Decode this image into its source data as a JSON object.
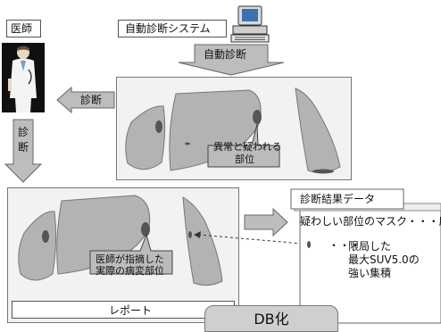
{
  "labels": {
    "doctor": "医師",
    "system": "自動診断システム",
    "auto_diagnosis_arrow": "自動診断",
    "diagnosis_left_arrow": "診断",
    "diagnosis_down_arrow_1": "診",
    "diagnosis_down_arrow_2": "断",
    "callout_suspected": [
      "異常と疑われる",
      "部位"
    ],
    "callout_doctor": [
      "医師が指摘した",
      "実際の病変部位"
    ],
    "report": "レポート",
    "db": "DB化",
    "result_title": "診断結果データ",
    "mask_line": "疑わしい部位のマスク・・・所見",
    "finding_dots": "・・・",
    "finding": [
      "限局した",
      "最大SUV5.0の",
      "強い集積"
    ]
  },
  "colors": {
    "panel_fill": "#f2f2f2",
    "organ_fill": "#b3b3b3",
    "lesion_fill": "#555555",
    "arrow_fill": "#bdbdbd",
    "callout_fill": "#bbbbbb",
    "db_fill": "#cfcfcf"
  },
  "icons": [
    "computer-icon",
    "doctor-figure"
  ]
}
